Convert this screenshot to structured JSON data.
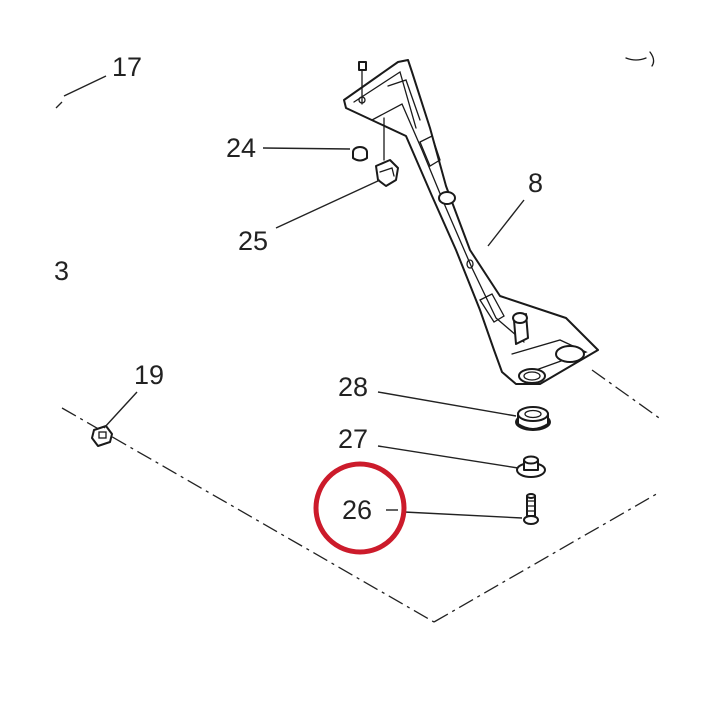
{
  "callouts": {
    "c17": "17",
    "c8": "8",
    "c24": "24",
    "c25": "25",
    "c3": "3",
    "c19": "19",
    "c28": "28",
    "c27": "27",
    "c26": "26"
  },
  "highlight": {
    "target": "26",
    "color": "#cc1b2b"
  },
  "colors": {
    "line": "#222222",
    "background": "#ffffff"
  }
}
